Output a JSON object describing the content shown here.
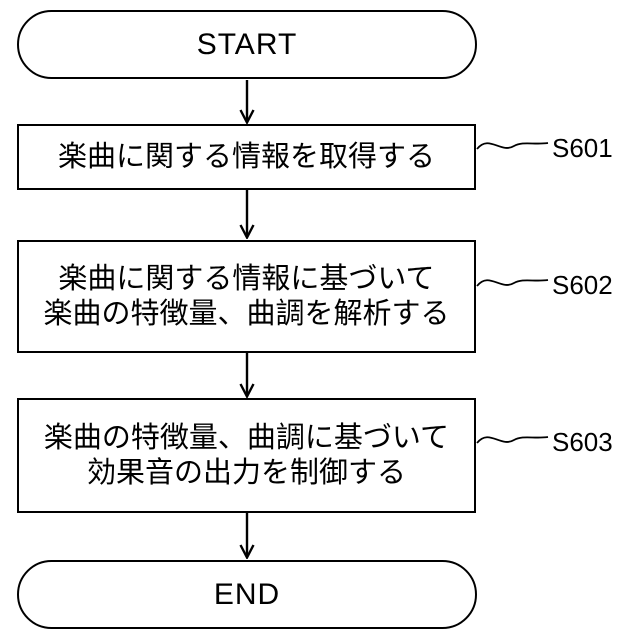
{
  "figure": {
    "background": "#ffffff",
    "line_color": "#000000",
    "nodes": {
      "start": {
        "label": "START"
      },
      "end": {
        "label": "END"
      }
    },
    "steps": [
      {
        "id": "S601",
        "lines": [
          "楽曲に関する情報を取得する"
        ]
      },
      {
        "id": "S602",
        "lines": [
          "楽曲に関する情報に基づいて",
          "楽曲の特徴量、曲調を解析する"
        ]
      },
      {
        "id": "S603",
        "lines": [
          "楽曲の特徴量、曲調に基づいて",
          "効果音の出力を制御する"
        ]
      }
    ]
  }
}
